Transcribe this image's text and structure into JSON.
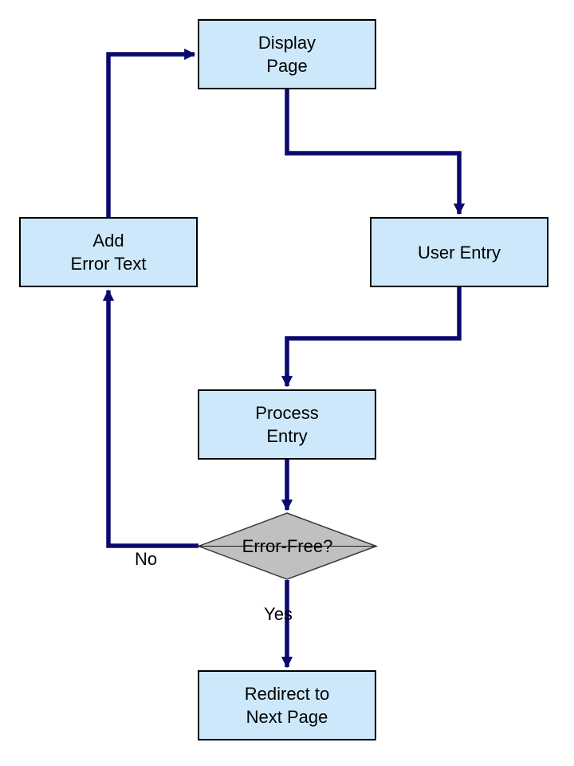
{
  "diagram": {
    "type": "flowchart",
    "background": "#ffffff",
    "nodes": [
      {
        "id": "display-page",
        "shape": "process",
        "lines": [
          "Display",
          "Page"
        ]
      },
      {
        "id": "add-error-text",
        "shape": "process",
        "lines": [
          "Add",
          "Error Text"
        ]
      },
      {
        "id": "user-entry",
        "shape": "process",
        "lines": [
          "User Entry"
        ]
      },
      {
        "id": "process-entry",
        "shape": "process",
        "lines": [
          "Process",
          "Entry"
        ]
      },
      {
        "id": "error-free",
        "shape": "decision",
        "lines": [
          "Error-Free?"
        ]
      },
      {
        "id": "redirect",
        "shape": "process",
        "lines": [
          "Redirect to",
          "Next Page"
        ]
      }
    ],
    "edges": [
      {
        "from": "display-page",
        "to": "user-entry",
        "label": ""
      },
      {
        "from": "user-entry",
        "to": "process-entry",
        "label": ""
      },
      {
        "from": "process-entry",
        "to": "error-free",
        "label": ""
      },
      {
        "from": "error-free",
        "to": "add-error-text",
        "label": "No"
      },
      {
        "from": "add-error-text",
        "to": "display-page",
        "label": ""
      },
      {
        "from": "error-free",
        "to": "redirect",
        "label": "Yes"
      }
    ],
    "colors": {
      "process_fill": "#cde8fa",
      "process_border": "#000000",
      "decision_fill": "#c0c0c0",
      "decision_border": "#3a3a3a",
      "connector": "#0a0a6e",
      "text": "#000000",
      "background": "#ffffff"
    }
  }
}
